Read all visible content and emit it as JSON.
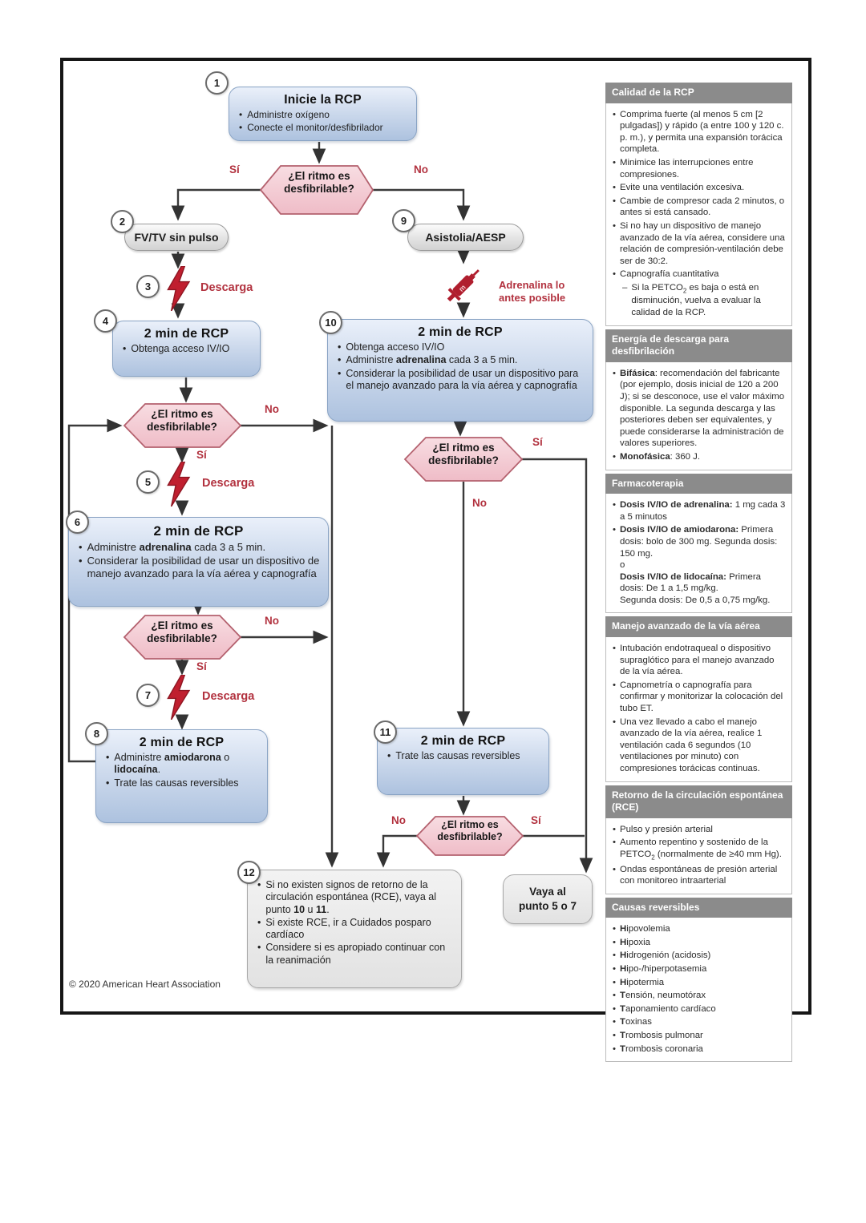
{
  "colors": {
    "accent_red": "#b2323f",
    "lightning_red": "#c01f2f",
    "hexagon_fill_top": "#f8dde2",
    "hexagon_fill_bottom": "#efbcc7",
    "hexagon_border": "#b4616e",
    "blue_box_border": "#89a3c4",
    "sidebar_header_gray": "#8b8b8b",
    "connector_dark": "#3a3a3a"
  },
  "flow": {
    "yes": "Sí",
    "no": "No",
    "decision": {
      "l1": "¿El ritmo es",
      "l2": "desfibrilable?"
    },
    "shock_label": "Descarga",
    "adrenaline_note": {
      "l1": "Adrenalina lo",
      "l2": "antes posible"
    },
    "goto": {
      "l1": "Vaya al",
      "l2": "punto 5 o 7"
    },
    "nodes": {
      "box1": {
        "num": "1",
        "title": "Inicie la RCP",
        "bullets": [
          {
            "parts": [
              {
                "t": "Administre oxígeno"
              }
            ]
          },
          {
            "parts": [
              {
                "t": "Conecte el monitor/desfibrilador"
              }
            ]
          }
        ]
      },
      "box2": {
        "num": "2",
        "label": "FV/TV sin pulso"
      },
      "shock3": {
        "num": "3"
      },
      "box4": {
        "num": "4",
        "title": "2 min de RCP",
        "bullets": [
          {
            "parts": [
              {
                "t": "Obtenga acceso IV/IO"
              }
            ]
          }
        ]
      },
      "shock5": {
        "num": "5"
      },
      "box6": {
        "num": "6",
        "title": "2 min de RCP",
        "bullets": [
          {
            "parts": [
              {
                "t": "Administre "
              },
              {
                "t": "adrenalina",
                "b": true
              },
              {
                "t": " cada 3 a 5 min."
              }
            ]
          },
          {
            "parts": [
              {
                "t": "Considerar la posibilidad de usar un dispositivo de manejo avanzado para la vía aérea y capnografía"
              }
            ]
          }
        ]
      },
      "shock7": {
        "num": "7"
      },
      "box8": {
        "num": "8",
        "title": "2 min de RCP",
        "bullets": [
          {
            "parts": [
              {
                "t": "Administre "
              },
              {
                "t": "amiodarona",
                "b": true
              },
              {
                "t": " o "
              },
              {
                "t": "lidocaína",
                "b": true
              },
              {
                "t": "."
              }
            ]
          },
          {
            "parts": [
              {
                "t": "Trate las causas reversibles"
              }
            ]
          }
        ]
      },
      "box9": {
        "num": "9",
        "label": "Asistolia/AESP"
      },
      "box10": {
        "num": "10",
        "title": "2 min de RCP",
        "bullets": [
          {
            "parts": [
              {
                "t": "Obtenga acceso IV/IO"
              }
            ]
          },
          {
            "parts": [
              {
                "t": "Administre "
              },
              {
                "t": "adrenalina",
                "b": true
              },
              {
                "t": " cada 3 a 5 min."
              }
            ]
          },
          {
            "parts": [
              {
                "t": "Considerar la posibilidad de usar un dispositivo para el manejo avanzado para la vía aérea y capnografía"
              }
            ]
          }
        ]
      },
      "box11": {
        "num": "11",
        "title": "2 min de RCP",
        "bullets": [
          {
            "parts": [
              {
                "t": "Trate las causas reversibles"
              }
            ]
          }
        ]
      },
      "box12": {
        "num": "12",
        "bullets": [
          {
            "parts": [
              {
                "t": "Si no existen signos de retorno de la circulación espontánea (RCE), vaya al punto "
              },
              {
                "t": "10",
                "b": true
              },
              {
                "t": " u "
              },
              {
                "t": "11",
                "b": true
              },
              {
                "t": "."
              }
            ]
          },
          {
            "parts": [
              {
                "t": "Si existe RCE, ir a Cuidados posparo cardíaco"
              }
            ]
          },
          {
            "parts": [
              {
                "t": "Considere si es apropiado continuar con la reanimación"
              }
            ]
          }
        ]
      }
    }
  },
  "sidebar": {
    "sections": [
      {
        "title": "Calidad de la RCP",
        "items": [
          {
            "parts": [
              {
                "t": "Comprima fuerte (al menos 5 cm [2 pulgadas]) y rápido (a entre 100 y 120 c. p. m.), y permita una expansión torácica completa."
              }
            ]
          },
          {
            "parts": [
              {
                "t": "Minimice las interrupciones entre compresiones."
              }
            ]
          },
          {
            "parts": [
              {
                "t": "Evite una ventilación excesiva."
              }
            ]
          },
          {
            "parts": [
              {
                "t": "Cambie de compresor cada 2 minutos, o antes si está cansado."
              }
            ]
          },
          {
            "parts": [
              {
                "t": "Si no hay un dispositivo de manejo avanzado de la vía aérea, considere una relación de compresión-ventilación debe ser de 30:2."
              }
            ]
          },
          {
            "parts": [
              {
                "t": "Capnografía cuantitativa"
              }
            ]
          },
          {
            "dash": true,
            "parts": [
              {
                "t": "Si la PETCO"
              },
              {
                "t": "2",
                "sub": true
              },
              {
                "t": " es baja o está en disminución, vuelva a evaluar la calidad de la RCP."
              }
            ]
          }
        ]
      },
      {
        "title": "Energía de descarga para desfibrilación",
        "items": [
          {
            "parts": [
              {
                "t": "Bifásica",
                "b": true
              },
              {
                "t": ": recomendación del fabricante (por ejemplo, dosis inicial de 120 a 200 J); si se desconoce, use el valor máximo disponible. La segunda descarga y las posteriores deben ser equivalentes, y puede considerarse la administración de valores superiores."
              }
            ]
          },
          {
            "parts": [
              {
                "t": "Monofásica",
                "b": true
              },
              {
                "t": ": 360 J."
              }
            ]
          }
        ]
      },
      {
        "title": "Farmacoterapia",
        "items": [
          {
            "parts": [
              {
                "t": "Dosis IV/IO de adrenalina:",
                "b": true
              },
              {
                "t": " 1 mg cada 3 a 5 minutos"
              }
            ]
          },
          {
            "parts": [
              {
                "t": "Dosis IV/IO de amiodarona:",
                "b": true
              },
              {
                "t": " Primera dosis: bolo de 300 mg. Segunda dosis: 150 mg."
              },
              {
                "br": true
              },
              {
                "t": "o"
              },
              {
                "br": true
              },
              {
                "t": "Dosis IV/IO de lidocaína:",
                "b": true
              },
              {
                "t": " Primera dosis: De 1 a 1,5 mg/kg."
              },
              {
                "br": true
              },
              {
                "t": "Segunda dosis: De 0,5 a 0,75 mg/kg."
              }
            ]
          }
        ]
      },
      {
        "title": "Manejo avanzado de la vía aérea",
        "items": [
          {
            "parts": [
              {
                "t": "Intubación endotraqueal o dispositivo supraglótico para el manejo avanzado de la vía aérea."
              }
            ]
          },
          {
            "parts": [
              {
                "t": "Capnometría o capnografía para confirmar y monitorizar la colocación del tubo ET."
              }
            ]
          },
          {
            "parts": [
              {
                "t": "Una vez llevado a cabo el manejo avanzado de la vía aérea, realice 1 ventilación cada 6 segundos (10 ventilaciones por minuto) con compresiones torácicas continuas."
              }
            ]
          }
        ]
      },
      {
        "title": "Retorno de la circulación espontánea (RCE)",
        "items": [
          {
            "parts": [
              {
                "t": "Pulso y presión arterial"
              }
            ]
          },
          {
            "parts": [
              {
                "t": "Aumento repentino y sostenido de la PETCO"
              },
              {
                "t": "2",
                "sub": true
              },
              {
                "t": " (normalmente de ≥40 mm Hg)."
              }
            ]
          },
          {
            "parts": [
              {
                "t": "Ondas espontáneas de presión arterial con monitoreo intraarterial"
              }
            ]
          }
        ]
      },
      {
        "title": "Causas reversibles",
        "items": [
          {
            "parts": [
              {
                "t": "H",
                "b": true
              },
              {
                "t": "ipovolemia"
              }
            ]
          },
          {
            "parts": [
              {
                "t": "H",
                "b": true
              },
              {
                "t": "ipoxia"
              }
            ]
          },
          {
            "parts": [
              {
                "t": "H",
                "b": true
              },
              {
                "t": "idrogenión (acidosis)"
              }
            ]
          },
          {
            "parts": [
              {
                "t": "H",
                "b": true
              },
              {
                "t": "ipo-/hiperpotasemia"
              }
            ]
          },
          {
            "parts": [
              {
                "t": "H",
                "b": true
              },
              {
                "t": "ipotermia"
              }
            ]
          },
          {
            "parts": [
              {
                "t": "T",
                "b": true
              },
              {
                "t": "ensión, neumotórax"
              }
            ]
          },
          {
            "parts": [
              {
                "t": "T",
                "b": true
              },
              {
                "t": "aponamiento cardíaco"
              }
            ]
          },
          {
            "parts": [
              {
                "t": "T",
                "b": true
              },
              {
                "t": "oxinas"
              }
            ]
          },
          {
            "parts": [
              {
                "t": "T",
                "b": true
              },
              {
                "t": "rombosis pulmonar"
              }
            ]
          },
          {
            "parts": [
              {
                "t": "T",
                "b": true
              },
              {
                "t": "rombosis coronaria"
              }
            ]
          }
        ]
      }
    ]
  },
  "footer": {
    "copyright": "© 2020 American Heart Association"
  }
}
